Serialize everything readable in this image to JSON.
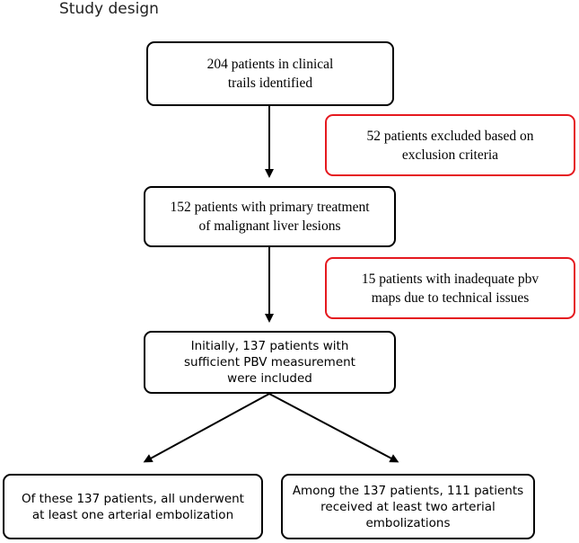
{
  "title": "Study design",
  "boxes": {
    "identified": [
      "204 patients in clinical",
      "trails identified"
    ],
    "excluded": [
      "52 patients excluded based on",
      "exclusion criteria"
    ],
    "primary": [
      "152 patients with primary treatment",
      "of malignant liver lesions"
    ],
    "inadequate": [
      "15 patients with inadequate pbv",
      "maps due to technical issues"
    ],
    "included": [
      "Initially, 137 patients with",
      "sufficient PBV measurement",
      "were included"
    ],
    "one_embolization": [
      "Of these 137 patients, all underwent",
      "at least one arterial embolization"
    ],
    "two_embolizations": [
      "Among the 137 patients, 111 patients",
      "received at least two arterial",
      "embolizations"
    ]
  },
  "colors": {
    "border": "#000000",
    "exclusion_border": "#e5191f",
    "background": "#ffffff"
  }
}
